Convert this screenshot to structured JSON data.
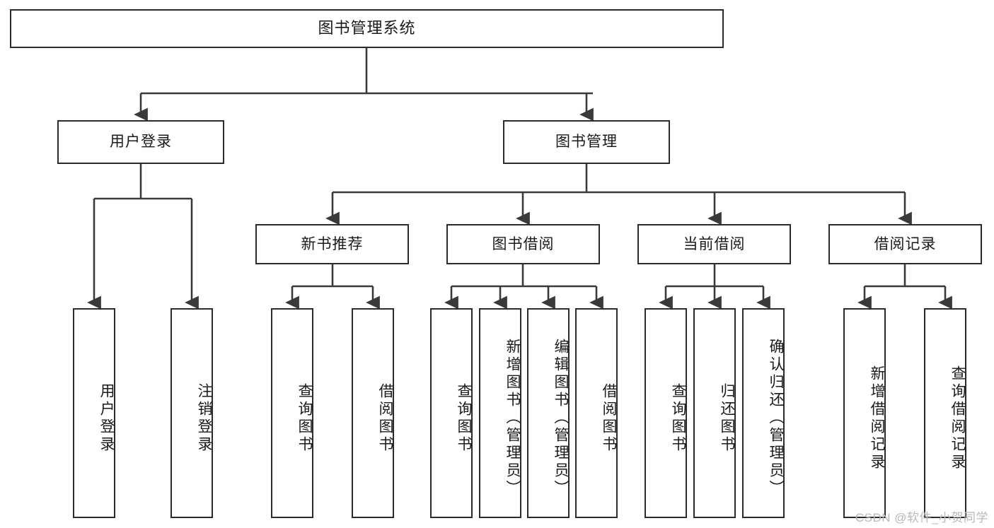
{
  "diagram": {
    "title": "图书管理系统",
    "type": "tree",
    "watermark": "CSDN @软件_小贺同学",
    "colors": {
      "box_border": "#2b2b2b",
      "box_fill": "#ffffff",
      "edge": "#3a3a3a",
      "text": "#1a1a1a",
      "watermark": "#b9b9b9"
    },
    "nodes": {
      "root": {
        "label": "图书管理系统"
      },
      "level2": [
        {
          "id": "user-login",
          "label": "用户登录"
        },
        {
          "id": "book-manage",
          "label": "图书管理"
        }
      ],
      "level3": [
        {
          "id": "new-book-recommend",
          "label": "新书推荐"
        },
        {
          "id": "book-borrow",
          "label": "图书借阅"
        },
        {
          "id": "current-borrow",
          "label": "当前借阅"
        },
        {
          "id": "borrow-record",
          "label": "借阅记录"
        }
      ],
      "leaves": [
        {
          "id": "leaf-user-login",
          "label": "用户登录",
          "parent": "user-login"
        },
        {
          "id": "leaf-user-logout",
          "label": "注销登录",
          "parent": "user-login"
        },
        {
          "id": "leaf-query-book-1",
          "label": "查询图书",
          "parent": "new-book-recommend"
        },
        {
          "id": "leaf-borrow-book-1",
          "label": "借阅图书",
          "parent": "new-book-recommend"
        },
        {
          "id": "leaf-query-book-2",
          "label": "查询图书",
          "parent": "book-borrow"
        },
        {
          "id": "leaf-add-book",
          "label": "新增图书（管理员）",
          "parent": "book-borrow"
        },
        {
          "id": "leaf-edit-book",
          "label": "编辑图书（管理员）",
          "parent": "book-borrow"
        },
        {
          "id": "leaf-borrow-book-2",
          "label": "借阅图书",
          "parent": "book-borrow"
        },
        {
          "id": "leaf-query-book-3",
          "label": "查询图书",
          "parent": "current-borrow"
        },
        {
          "id": "leaf-return-book",
          "label": "归还图书",
          "parent": "current-borrow"
        },
        {
          "id": "leaf-confirm-return",
          "label": "确认归还（管理员）",
          "parent": "current-borrow"
        },
        {
          "id": "leaf-add-record",
          "label": "新增借阅记录",
          "parent": "borrow-record"
        },
        {
          "id": "leaf-query-record",
          "label": "查询借阅记录",
          "parent": "borrow-record"
        }
      ]
    }
  }
}
